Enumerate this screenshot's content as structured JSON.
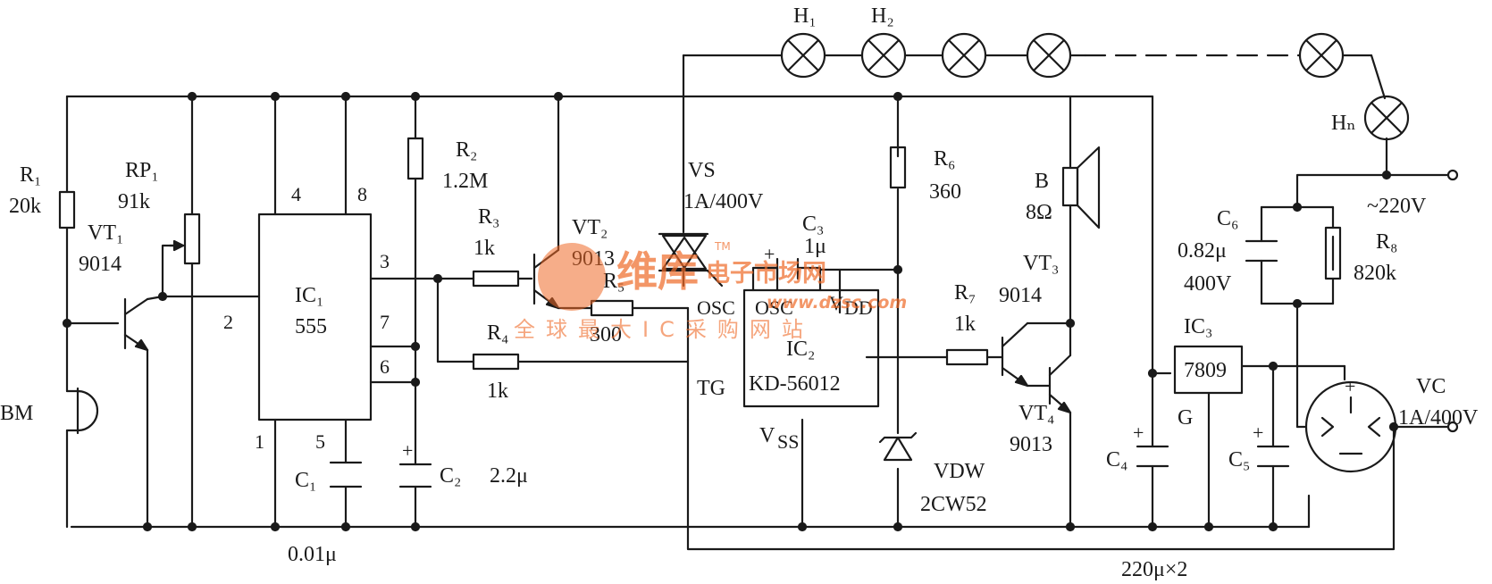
{
  "components": {
    "R1": {
      "ref": "R₁",
      "value": "20k"
    },
    "RP1": {
      "ref": "RP₁",
      "value": "91k"
    },
    "VT1": {
      "ref": "VT₁",
      "value": "9014"
    },
    "BM": {
      "ref": "BM"
    },
    "IC1": {
      "ref": "IC₁",
      "value": "555",
      "pins": [
        "4",
        "8",
        "3",
        "2",
        "7",
        "6",
        "1",
        "5"
      ]
    },
    "C1": {
      "ref": "C₁",
      "value": "0.01μ"
    },
    "C2": {
      "ref": "C₂",
      "value": "2.2μ"
    },
    "R2": {
      "ref": "R₂",
      "value": "1.2M"
    },
    "R3": {
      "ref": "R₃",
      "value": "1k"
    },
    "R4": {
      "ref": "R₄",
      "value": "1k"
    },
    "VT2": {
      "ref": "VT₂",
      "value": "9013"
    },
    "R5": {
      "ref": "R₅",
      "value": "300"
    },
    "VS": {
      "ref": "VS",
      "value": "1A/400V"
    },
    "C3": {
      "ref": "C₃",
      "value": "1μ"
    },
    "IC2": {
      "ref": "IC₂",
      "value": "KD-56012",
      "pins": [
        "OSC",
        "OSC",
        "V",
        "DD",
        "TG",
        "V",
        "SS"
      ]
    },
    "R6": {
      "ref": "R₆",
      "value": "360"
    },
    "VDW": {
      "ref": "VDW",
      "value": "2CW52"
    },
    "R7": {
      "ref": "R₇",
      "value": "1k"
    },
    "B": {
      "ref": "B",
      "value": "8Ω"
    },
    "VT3": {
      "ref": "VT₃",
      "value": "9014"
    },
    "VT4": {
      "ref": "VT₄",
      "value": "9013"
    },
    "C4": {
      "ref": "C₄"
    },
    "IC3": {
      "ref": "IC₃",
      "value": "7809",
      "pin": "G"
    },
    "C5": {
      "ref": "C₅"
    },
    "C4C5_value": "220μ×2",
    "C6": {
      "ref": "C₆",
      "value": "0.82μ",
      "voltage": "400V"
    },
    "R8": {
      "ref": "R₈",
      "value": "820k"
    },
    "VC": {
      "ref": "VC",
      "value": "1A/400V"
    },
    "lamps": [
      "H₁",
      "H₂",
      "Hₙ"
    ],
    "mains": "~220V"
  },
  "polarity": "+",
  "watermark": {
    "brand": "维库",
    "tagline": "电子市场网",
    "url": "www.dzsc.com",
    "slogan": "全球最大IC采购网站",
    "tm": "TM"
  }
}
